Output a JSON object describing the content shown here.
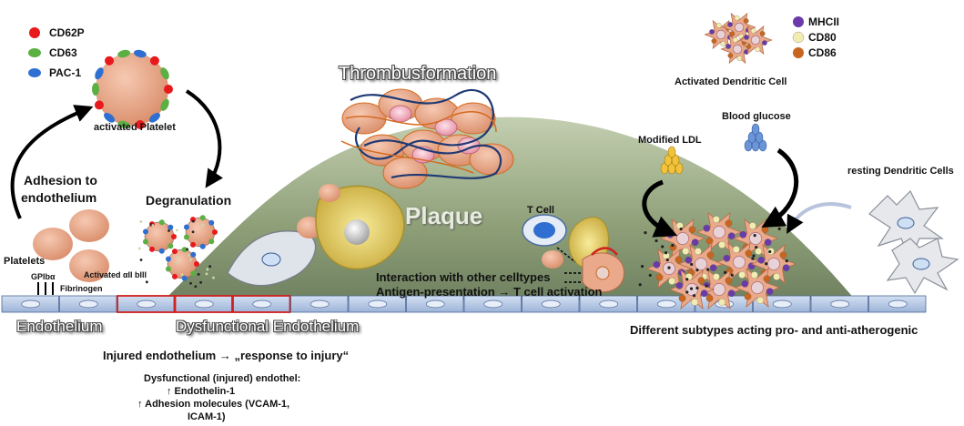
{
  "legend_left": [
    {
      "label": "CD62P",
      "color": "#e8191c"
    },
    {
      "label": "CD63",
      "color": "#5bb043"
    },
    {
      "label": "PAC-1",
      "color": "#2f6fd1"
    }
  ],
  "legend_right": [
    {
      "label": "MHCII",
      "color": "#6a3aa8"
    },
    {
      "label": "CD80",
      "color": "#f2ecb0"
    },
    {
      "label": "CD86",
      "color": "#c8651e"
    }
  ],
  "labels": {
    "activated_platelet": "activated Platelet",
    "adhesion_line1": "Adhesion to",
    "adhesion_line2": "endothelium",
    "degranulation": "Degranulation",
    "platelets": "Platelets",
    "gpiba": "GPIbα",
    "activated_integrin": "Activated αII bIII",
    "fibrinogen": "Fibrinogen",
    "thrombus": "Thrombusformation",
    "plaque": "Plaque",
    "t_cell": "T Cell",
    "interaction_line1": "Interaction with other celltypes",
    "interaction_line2": "Antigen-presentation → T cell activation",
    "activated_dc": "Activated Dendritic Cell",
    "blood_glucose": "Blood glucose",
    "modified_ldl": "Modified LDL",
    "resting_dc": "resting Dendritic Cells",
    "endothelium": "Endothelium",
    "dysfunctional_endothelium": "Dysfunctional Endothelium",
    "subtypes": "Different subtypes acting pro- and anti-atherogenic",
    "injured": "Injured endothelium → „response to injury“",
    "dysfunctional_title": "Dysfunctional (injured) endothel:",
    "endothelin": "↑ Endothelin-1",
    "adhesion_molecules_1": "↑ Adhesion molecules (VCAM-1,",
    "adhesion_molecules_2": "ICAM-1)"
  },
  "colors": {
    "plaque": "#8fa37a",
    "endothelial_cell": "#b9cbe6",
    "dysfunctional_border": "#d0201f",
    "platelet": "#e9a98a",
    "fibrin": "#1f3a73",
    "thrombus_outline": "#d46a1e"
  }
}
